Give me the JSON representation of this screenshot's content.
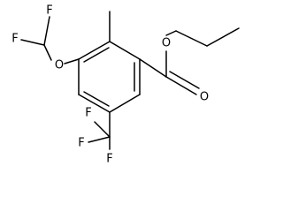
{
  "molecule": {
    "atoms": {
      "f_top": "F",
      "f_left": "F",
      "o_ether": "O",
      "o_carbonyl": "O",
      "o_ester": "O",
      "f_cf3_top": "F",
      "f_cf3_left": "F",
      "f_cf3_bottom": "F"
    }
  }
}
